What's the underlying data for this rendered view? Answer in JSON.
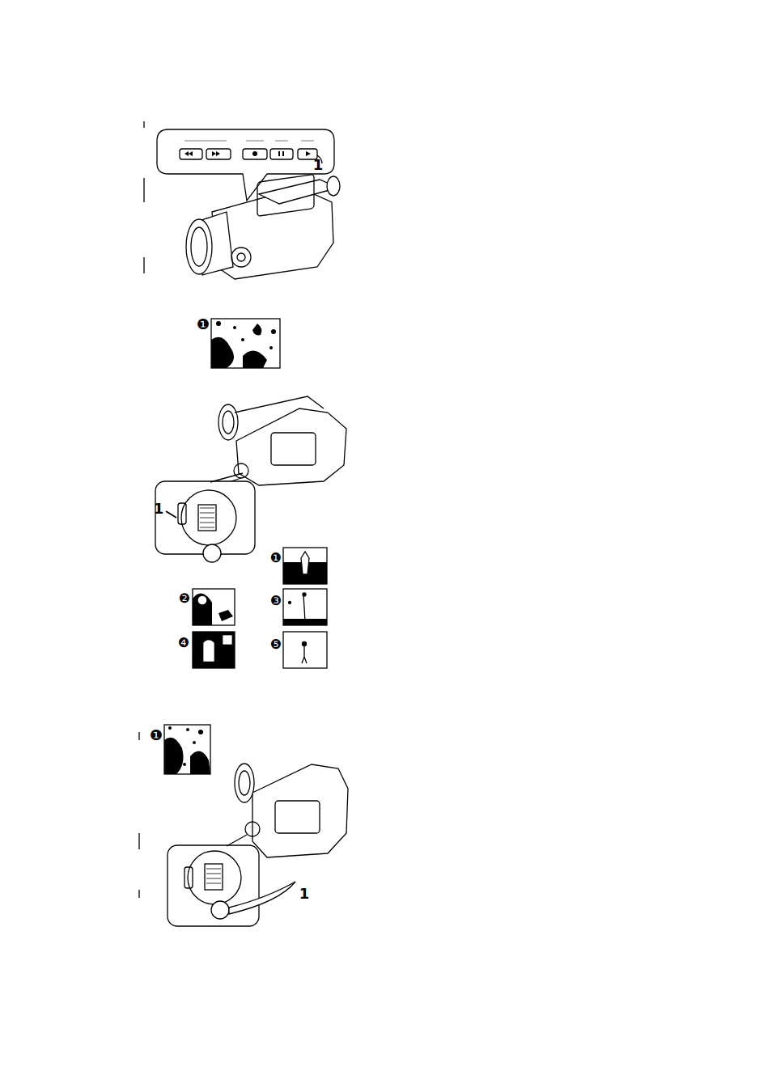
{
  "diagram": {
    "labels": [
      "1",
      "❶",
      "1",
      "❶",
      "❷",
      "❸",
      "❹",
      "❺",
      "❶",
      "1"
    ]
  }
}
